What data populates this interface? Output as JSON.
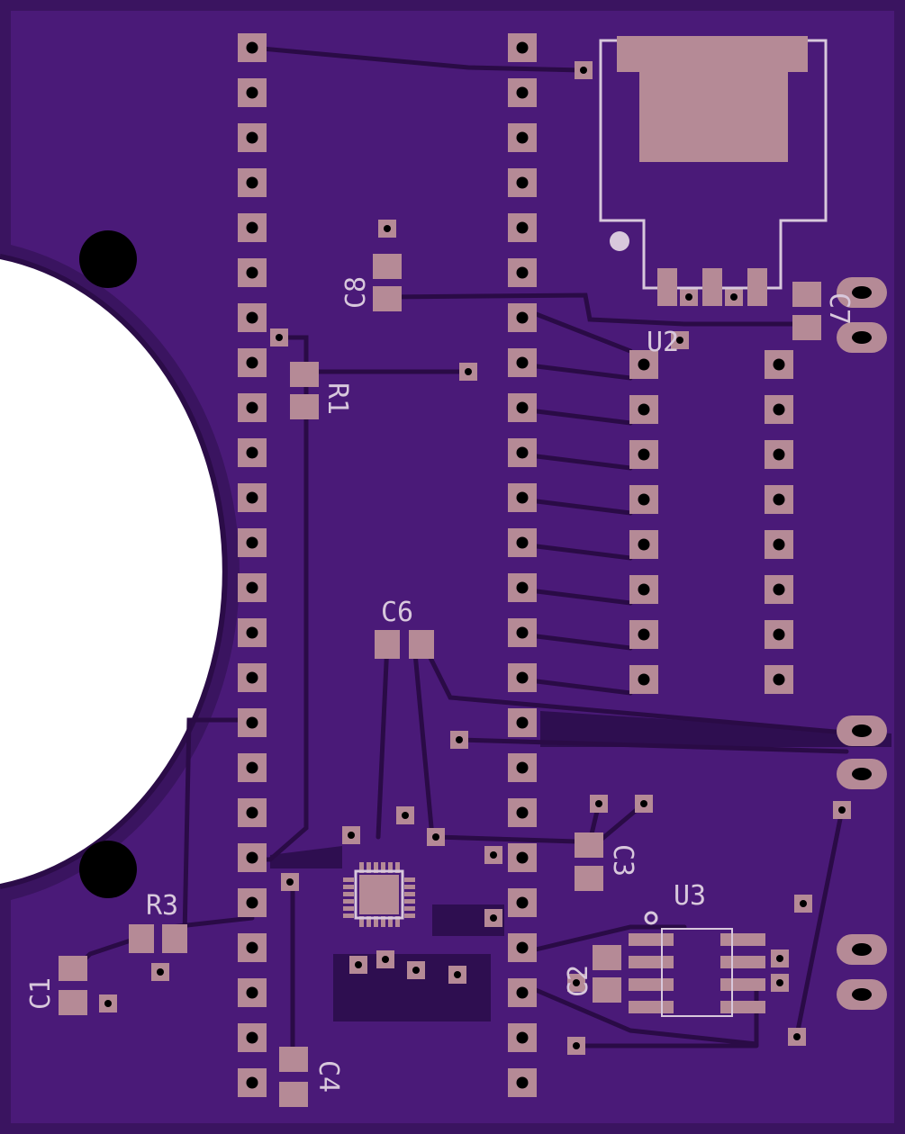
{
  "board": {
    "colors": {
      "substrate": "#3a1460",
      "copper": "#4a1a78",
      "trace": "#3f1568",
      "pad": "#b58a96",
      "silkscreen": "#d8c8dc",
      "drill": "#000000",
      "cutout": "#ffffff"
    },
    "labels": {
      "c1": "C1",
      "c2": "C2",
      "c3": "C3",
      "c4": "C4",
      "c6": "C6",
      "c7": "C7",
      "c8": "C8",
      "r1": "R1",
      "r3": "R3",
      "u2": "U2",
      "u3": "U3"
    }
  }
}
